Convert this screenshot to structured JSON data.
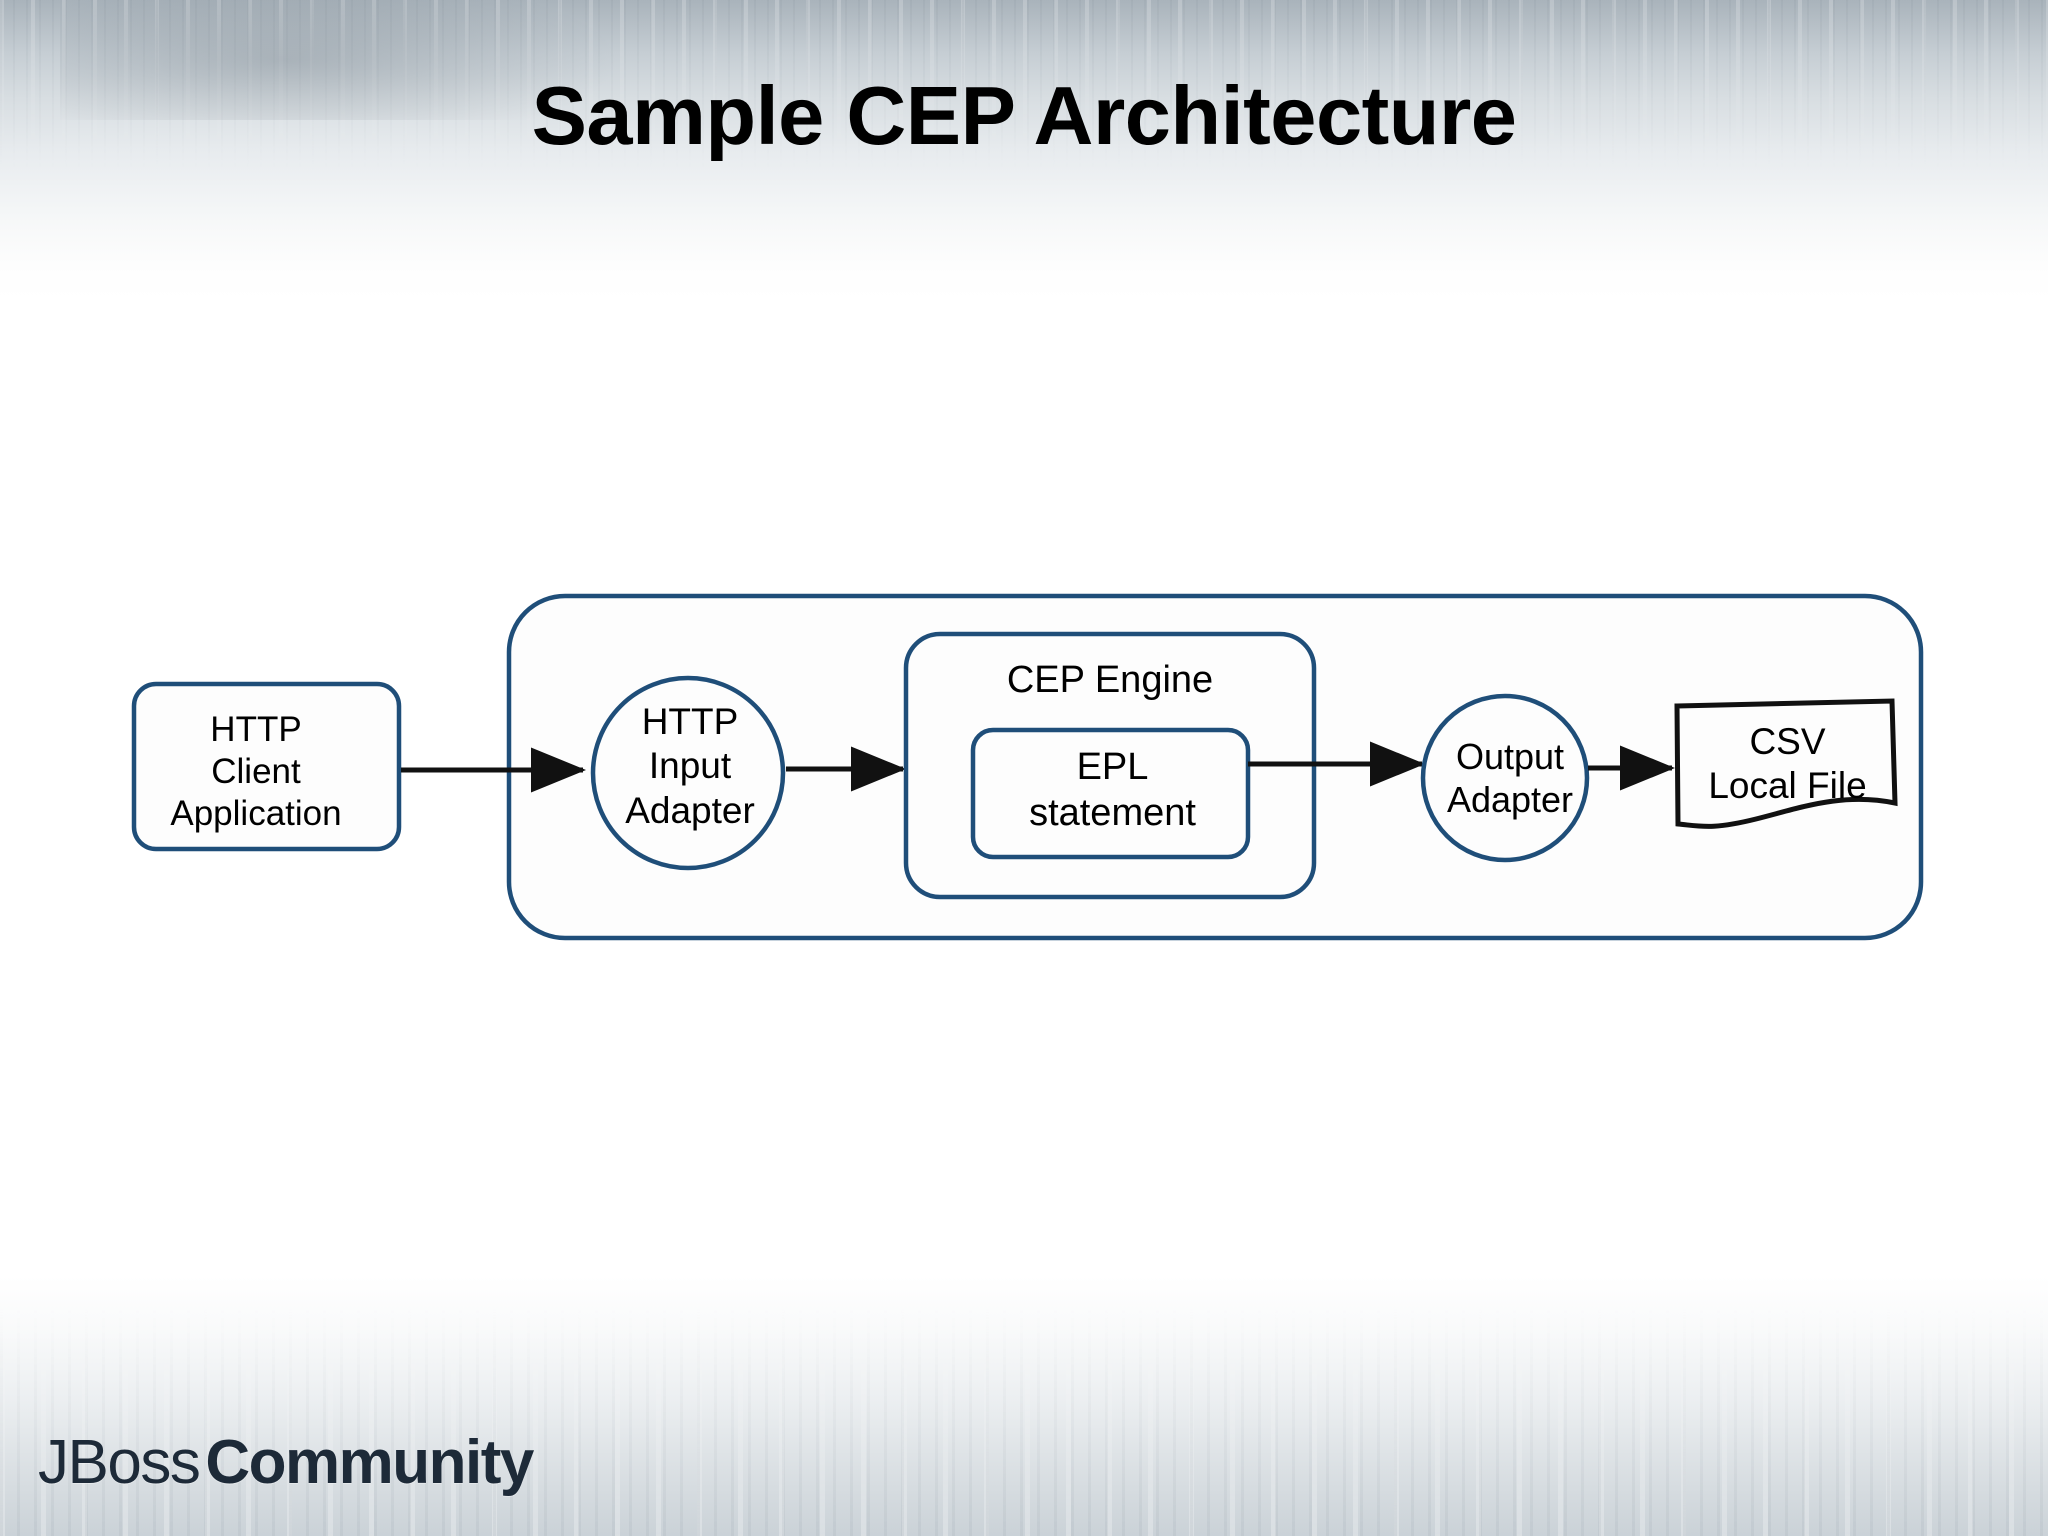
{
  "slide": {
    "title": "Sample CEP Architecture",
    "footer": {
      "brand_light": "JBoss",
      "brand_bold": "Community"
    },
    "colors": {
      "node_border": "#1f4e79",
      "node_fill": "#fdfdfd",
      "file_border": "#000000",
      "arrow": "#000000",
      "title_text": "#000000",
      "bg_top": "#a9b3bb",
      "bg_bottom": "#c6ced4",
      "footer_text": "#1d2a38"
    }
  },
  "diagram": {
    "type": "flow",
    "container": {
      "name": "cep-platform-container",
      "label": ""
    },
    "nodes": [
      {
        "id": "http-client-application",
        "shape": "rounded-rect",
        "label": "HTTP\nClient\nApplication"
      },
      {
        "id": "http-input-adapter",
        "shape": "circle",
        "label": "HTTP\nInput\nAdapter"
      },
      {
        "id": "cep-engine",
        "shape": "rounded-rect",
        "label": "CEP Engine"
      },
      {
        "id": "epl-statement",
        "shape": "rounded-rect",
        "label": "EPL\nstatement"
      },
      {
        "id": "output-adapter",
        "shape": "circle",
        "label": "Output\nAdapter"
      },
      {
        "id": "csv-local-file",
        "shape": "document",
        "label": "CSV\nLocal File"
      }
    ],
    "edges": [
      {
        "from": "http-client-application",
        "to": "http-input-adapter",
        "label": ""
      },
      {
        "from": "http-input-adapter",
        "to": "cep-engine",
        "label": ""
      },
      {
        "from": "epl-statement",
        "to": "output-adapter",
        "label": ""
      },
      {
        "from": "output-adapter",
        "to": "csv-local-file",
        "label": ""
      }
    ]
  }
}
